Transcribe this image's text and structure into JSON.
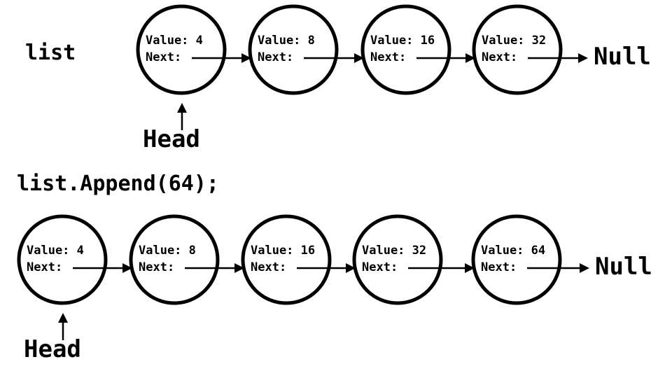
{
  "colors": {
    "stroke": "#000000",
    "background": "#ffffff"
  },
  "diagrams": [
    {
      "caption": "list",
      "nodes": [
        {
          "value_label": "Value: 4",
          "next_label": "Next:"
        },
        {
          "value_label": "Value: 8",
          "next_label": "Next:"
        },
        {
          "value_label": "Value: 16",
          "next_label": "Next:"
        },
        {
          "value_label": "Value: 32",
          "next_label": "Next:"
        }
      ],
      "terminal": "Null",
      "head_label": "Head"
    },
    {
      "caption": "list.Append(64);",
      "nodes": [
        {
          "value_label": "Value: 4",
          "next_label": "Next:"
        },
        {
          "value_label": "Value: 8",
          "next_label": "Next:"
        },
        {
          "value_label": "Value: 16",
          "next_label": "Next:"
        },
        {
          "value_label": "Value: 32",
          "next_label": "Next:"
        },
        {
          "value_label": "Value: 64",
          "next_label": "Next:"
        }
      ],
      "terminal": "Null",
      "head_label": "Head"
    }
  ]
}
